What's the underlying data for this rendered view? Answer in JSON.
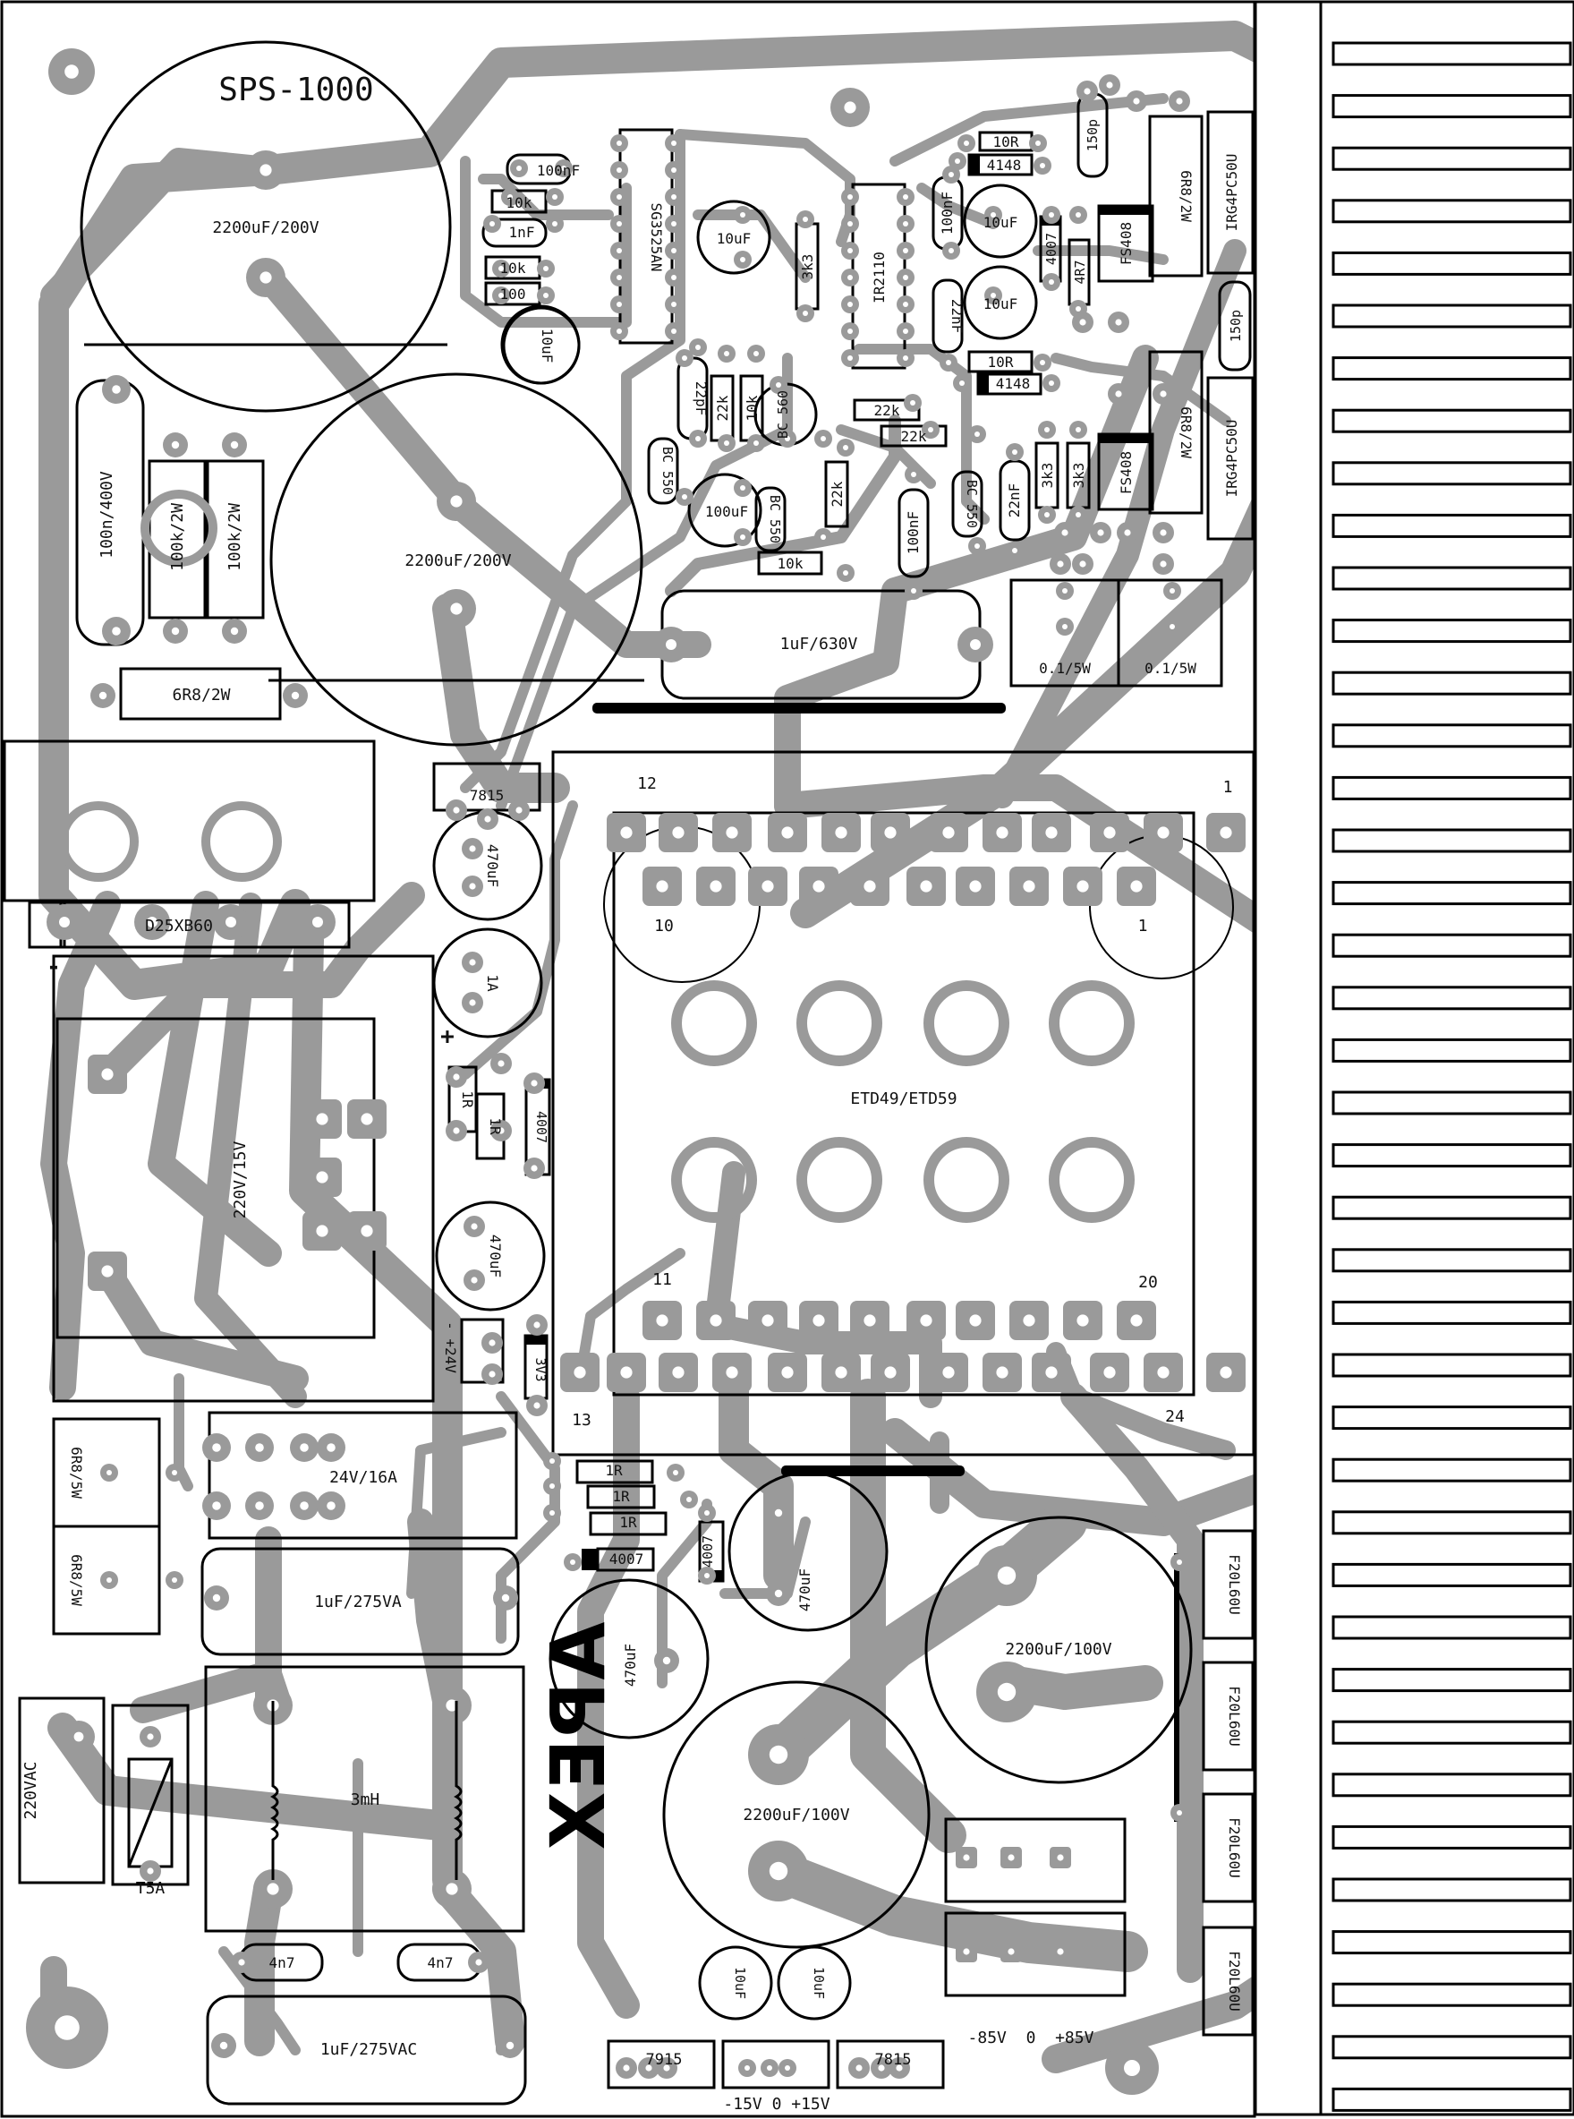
{
  "title": "SPS-1000",
  "logo_text": "APEX",
  "colors": {
    "track": "#9a9a9a",
    "outline": "#000000",
    "background": "#ffffff"
  },
  "labels": {
    "cap_main_1": "2200uF/200V",
    "cap_main_2": "2200uF/200V",
    "cap_100n400v": "100n/400V",
    "res_100k_a": "100k/2W",
    "res_100k_b": "100k/2W",
    "res_6r8_2w": "6R8/2W",
    "bridge": "D25XB60",
    "c_100nf_top": "100nF",
    "r_10k_1": "10k",
    "c_1nf": "1nF",
    "r_10k_2": "10k",
    "r_100": "100",
    "c_10uf_left": "10uF",
    "ic_sg3525": "SG3525AN",
    "c_10uf_mid": "10uF",
    "r_3k3_mid": "3k3",
    "ic_ir2110": "IR2110",
    "r_10r_a": "10R",
    "d_4148_a": "4148",
    "c_100nf_b": "100nF",
    "c_10uf_r1": "10uF",
    "c_10uf_r2": "10uF",
    "d_4007_top": "4007",
    "r_4r7": "4R7",
    "d_fs408_a": "FS408",
    "c_22nf_a": "22nF",
    "c_150p_a": "150p",
    "r_6r8_2w_a": "6R8/2W",
    "q_irg_a": "IRG4PC50U",
    "r_10r_b": "10R",
    "d_4148_b": "4148",
    "c_150p_b": "150p",
    "r_6r8_2w_b": "6R8/2W",
    "q_irg_b": "IRG4PC50U",
    "c_22pf": "22pF",
    "r_22k_a": "22k",
    "r_10k_3": "10k",
    "q_bc560": "BC 560",
    "r_22k_b": "22k",
    "r_22k_c": "22k",
    "q_bc550_a": "BC 550",
    "c_100uf": "100uF",
    "q_bc550_b": "BC 550",
    "r_22k_d": "22k",
    "r_10k_4": "10k",
    "c_100nf_c": "100nF",
    "q_bc550_c": "BC 550",
    "c_22nf_b": "22nF",
    "r_3k3_a": "3k3",
    "r_3k3_b": "3k3",
    "d_fs408_b": "FS408",
    "cap_1uf630": "1uF/630V",
    "r_01_a": "0.1/5W",
    "r_01_b": "0.1/5W",
    "reg_7815_top": "7815",
    "c_470uf_a": "470uF",
    "fuse_1a": "1A",
    "plus_sign": "+",
    "minus_sign": "-",
    "r_1r_a": "1R",
    "r_1r_b": "1R",
    "d_4007_mid": "4007",
    "c_470uf_b": "470uF",
    "plus24v": "-  +24V",
    "zener": "3V3",
    "transformer_aux": "220V/15V",
    "transformer_main": "ETD49/ETD59",
    "pin_1": "1",
    "pin_12": "12",
    "pin_10": "10",
    "pin_1b": "1",
    "pin_11": "11",
    "pin_20": "20",
    "pin_13": "13",
    "pin_24": "24",
    "r_6r8_5w_a": "6R8/5W",
    "r_6r8_5w_b": "6R8/5W",
    "relay": "24V/16A",
    "cap_1uf275": "1uF/275VA",
    "input": "220VAC",
    "fuse_t5a": "T5A",
    "choke": "3mH",
    "c_4n7_a": "4n7",
    "c_4n7_b": "4n7",
    "cap_1uf275vac": "1uF/275VAC",
    "r_1r_c": "1R",
    "r_1r_d": "1R",
    "r_1r_e": "1R",
    "d_4007_c": "4007",
    "d_4007_d": "4007",
    "c_470uf_c": "470uF",
    "c_470uf_d": "470uF",
    "cap_2200_100_a": "2200uF/100V",
    "cap_2200_100_b": "2200uF/100V",
    "d_f20l60u_1": "F20L60U",
    "d_f20l60u_2": "F20L60U",
    "d_f20l60u_3": "F20L60U",
    "d_f20l60u_4": "F20L60U",
    "out_hv": "-85V  0  +85V",
    "c_10uf_b1": "10uF",
    "c_10uf_b2": "10uF",
    "reg_7915": "7915",
    "reg_7815_b": "7815",
    "out_lv": "-15V 0 +15V"
  }
}
